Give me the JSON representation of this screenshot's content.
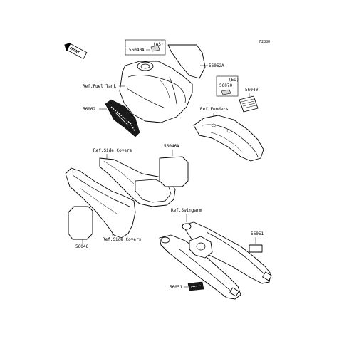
{
  "diagram_code": "F2880",
  "front_marker": "FRONT",
  "labels": {
    "p56040A": "56040A",
    "p56040A_variant": "(AS)",
    "p56062A": "56062A",
    "ref_fuel_tank": "Ref.Fuel Tank",
    "p56070": "56070",
    "p56070_variant": "(EU)",
    "p56040": "56040",
    "p56062": "56062",
    "ref_fenders": "Ref.Fenders",
    "ref_side_covers_top": "Ref.Side Covers",
    "p56046A": "56046A",
    "ref_swingarm": "Ref.Swingarm",
    "p56051_right": "56051",
    "p56046": "56046",
    "ref_side_covers_bottom": "Ref.Side Covers",
    "p56051_bottom": "56051"
  }
}
